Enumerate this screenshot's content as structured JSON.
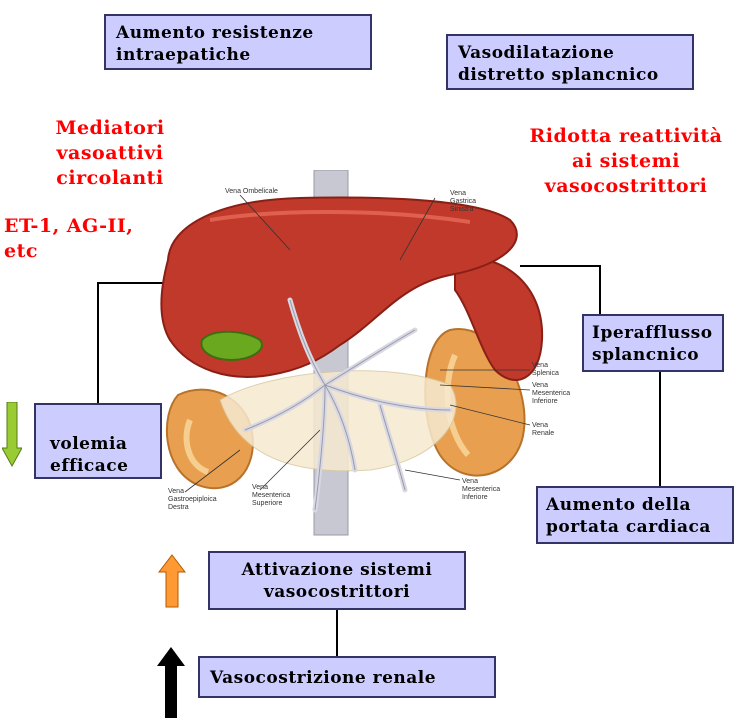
{
  "boxes": {
    "resistenze": "Aumento resistenze intraepatiche",
    "vasodilatazione": "Vasodilatazione distretto splancnico",
    "iperafflusso": "Iperafflusso splancnico",
    "volemia": "volemia efficace",
    "portata": "Aumento della portata cardiaca",
    "attivazione": "Attivazione sistemi vasocostrittori",
    "vasocostrizione": "Vasocostrizione renale"
  },
  "red_text": {
    "mediatori": "Mediatori vasoattivi circolanti",
    "et1": "ET-1, AG-II, etc",
    "ridotta": "Ridotta reattività ai sistemi vasocostrittori"
  },
  "anatomy_labels": {
    "ombelicale": "Vena Ombelicale",
    "gastrica": "Vena Gastrica Sinistra",
    "splenica": "Vena Splenica",
    "mesenterica_inf": "Vena Mesenterica Inferiore",
    "renale": "Vena Renale",
    "mesenterica_inf2": "Vena Mesenterica Inferiore",
    "gastroepiploica": "Vena Gastroepiploica Destra",
    "mesenterica_sup": "Vena Mesenterica Superiore"
  },
  "colors": {
    "box_fill": "#ccccff",
    "box_border": "#333366",
    "red_text": "#ff0000",
    "arrow_green": "#99cc33",
    "arrow_orange": "#ff9933",
    "arrow_black": "#000000",
    "liver": "#c0392b",
    "kidney": "#e8a050",
    "gallbladder": "#6aa820"
  },
  "icons": {
    "volemia_arrow": "down-arrow-green",
    "attivazione_arrow": "up-arrow-orange",
    "vasocostrizione_arrow": "up-arrow-black"
  }
}
